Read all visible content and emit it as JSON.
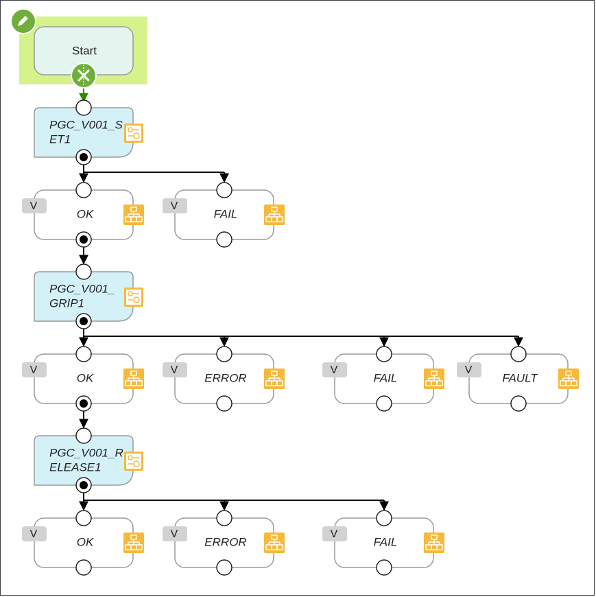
{
  "colors": {
    "start_highlight": "#d6f28a",
    "start_fill": "#e3f5ee",
    "step_fill": "#d4f1f7",
    "result_fill": "#ffffff",
    "border": "#9a9a9a",
    "connector": "#000000",
    "start_connector": "#2e8b00",
    "port_green": "#6fae3c",
    "v_badge": "#d2d2d2",
    "icon_orange": "#f5b93c"
  },
  "start": {
    "label": "Start",
    "edit_icon": "pencil-icon",
    "delete_icon": "close-icon"
  },
  "steps": [
    {
      "label_lines": [
        "PGC_V001_S",
        "ET1"
      ],
      "icon": "sequence-icon",
      "results": [
        {
          "badge": "V",
          "label": "OK",
          "icon": "hierarchy-icon"
        },
        {
          "badge": "V",
          "label": "FAIL",
          "icon": "hierarchy-icon"
        }
      ]
    },
    {
      "label_lines": [
        "PGC_V001_",
        "GRIP1"
      ],
      "icon": "sequence-icon",
      "results": [
        {
          "badge": "V",
          "label": "OK",
          "icon": "hierarchy-icon"
        },
        {
          "badge": "V",
          "label": "ERROR",
          "icon": "hierarchy-icon"
        },
        {
          "badge": "V",
          "label": "FAIL",
          "icon": "hierarchy-icon"
        },
        {
          "badge": "V",
          "label": "FAULT",
          "icon": "hierarchy-icon"
        }
      ]
    },
    {
      "label_lines": [
        "PGC_V001_R",
        "ELEASE1"
      ],
      "icon": "sequence-icon",
      "results": [
        {
          "badge": "V",
          "label": "OK",
          "icon": "hierarchy-icon"
        },
        {
          "badge": "V",
          "label": "ERROR",
          "icon": "hierarchy-icon"
        },
        {
          "badge": "V",
          "label": "FAIL",
          "icon": "hierarchy-icon"
        }
      ]
    }
  ]
}
